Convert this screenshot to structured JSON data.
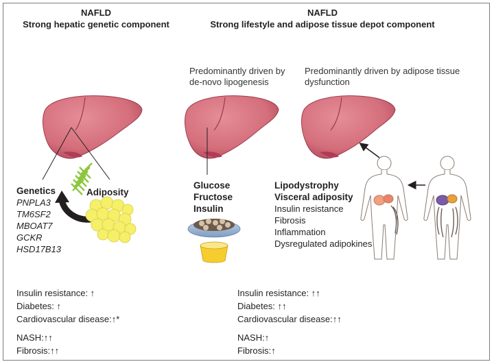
{
  "left_panel": {
    "title": "NAFLD",
    "subtitle": "Strong hepatic genetic component",
    "genetics_title": "Genetics",
    "genes": [
      "PNPLA3",
      "TM6SF2",
      "MBOAT7",
      "GCKR",
      "HSD17B13"
    ],
    "adiposity_label": "Adiposity",
    "outcomes": [
      "Insulin resistance: ↑",
      "Diabetes: ↑",
      "Cardiovascular disease:↑*",
      "NASH:↑↑",
      "Fibrosis:↑↑"
    ]
  },
  "right_panel": {
    "title": "NAFLD",
    "subtitle": "Strong lifestyle and adipose tissue depot component",
    "dnl_caption_1": "Predominantly driven by",
    "dnl_caption_2": "de-novo lipogenesis",
    "adipose_caption_1": "Predominantly driven by adipose tissue",
    "adipose_caption_2": "dysfunction",
    "diet_items": [
      "Glucose",
      "Fructose",
      "Insulin"
    ],
    "adipose_bold_items": [
      "Lipodystrophy",
      "Visceral adiposity"
    ],
    "adipose_items": [
      "Insulin resistance",
      "Fibrosis",
      "Inflammation",
      "Dysregulated adipokines"
    ],
    "outcomes": [
      "Insulin resistance: ↑↑",
      "Diabetes: ↑↑",
      "Cardiovascular disease:↑↑",
      "NASH:↑",
      "Fibrosis:↑"
    ]
  },
  "colors": {
    "liver_fill": "#d9727e",
    "liver_dark": "#b04a5a",
    "fat_fill": "#f5ef6a",
    "dna_green": "#8dc63f",
    "arrow_black": "#231f20",
    "border": "#7c7c7c"
  }
}
